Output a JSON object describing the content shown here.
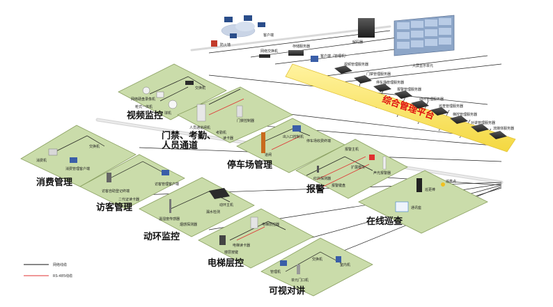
{
  "platform": {
    "label": "综合管理平台"
  },
  "legend": {
    "black_line": "网络线缆",
    "red_line": "RS-485线缆"
  },
  "colors": {
    "panel_fill": "#cadcaa",
    "panel_stroke": "#8aa060",
    "bus": "#d8d8d8",
    "platform_bar": "#f7e35a",
    "platform_text": "#e01010",
    "rs485": "#e03030"
  },
  "subsystems": {
    "video": "视频监控",
    "access": "门禁、考勤、\n人员通道",
    "parking": "停车场管理",
    "consume": "消费管理",
    "visitor": "访客管理",
    "alarm": "报警",
    "env": "动环监控",
    "patrol": "在线巡查",
    "elevator": "电梯层控",
    "intercom": "可视对讲"
  },
  "devices": {
    "client": "客户端",
    "firewall": "防火墙",
    "core_switch": "网络交换机",
    "storage": "存储服务器",
    "pc_client": "客户端（管理机）",
    "decoder": "解码器",
    "wall": "大屏显示单元",
    "video_server": "视频管理服务器",
    "access_server": "门禁管理服务器",
    "parking_server": "停车场管理服务器",
    "alarm_server": "报警管理服务器",
    "env_server": "动环管理服务器",
    "patrol_server": "巡查管理服务器",
    "elevator_server": "梯控管理服务器",
    "intercom_server": "对讲管理服务器",
    "media_server": "流媒体服务器",
    "cam_nvr": "网络硬盘录像机",
    "cam_bullet": "枪式一体机",
    "cam_dome": "球机",
    "switch": "交换机",
    "ac_ctrl": "门禁控制器",
    "card_reader": "读卡器",
    "gate": "人员通道闸机",
    "attendance": "考勤机",
    "parking_ctrl": "出入口控制机",
    "barrier": "道闸",
    "parking_terminal": "停车场收费终端",
    "consume_pos": "消费机",
    "consume_terminal": "消费管理客户端",
    "visitor_kiosk": "访客自助登记终端",
    "visitor_terminal": "访客管理客户端",
    "id_reader": "二代证读卡器",
    "alarm_host": "报警主机",
    "pir": "红外探测器",
    "keyboard": "报警键盘",
    "alarm_module": "扩展模块",
    "siren": "声光报警器",
    "env_host": "动环主机",
    "temp_sensor": "温湿度传感器",
    "smoke": "烟感探测器",
    "water": "漏水检测",
    "patrol_handheld": "巡更棒",
    "patrol_base": "通讯座",
    "patrol_point": "巡查点",
    "elevator_ctrl": "电梯层控器",
    "elevator_reader": "电梯读卡器",
    "elevator_panel": "楼层按键",
    "door_station": "单元门口机",
    "indoor": "室内机",
    "mgmt_station": "管理机",
    "intercom_switch": "交换机"
  }
}
